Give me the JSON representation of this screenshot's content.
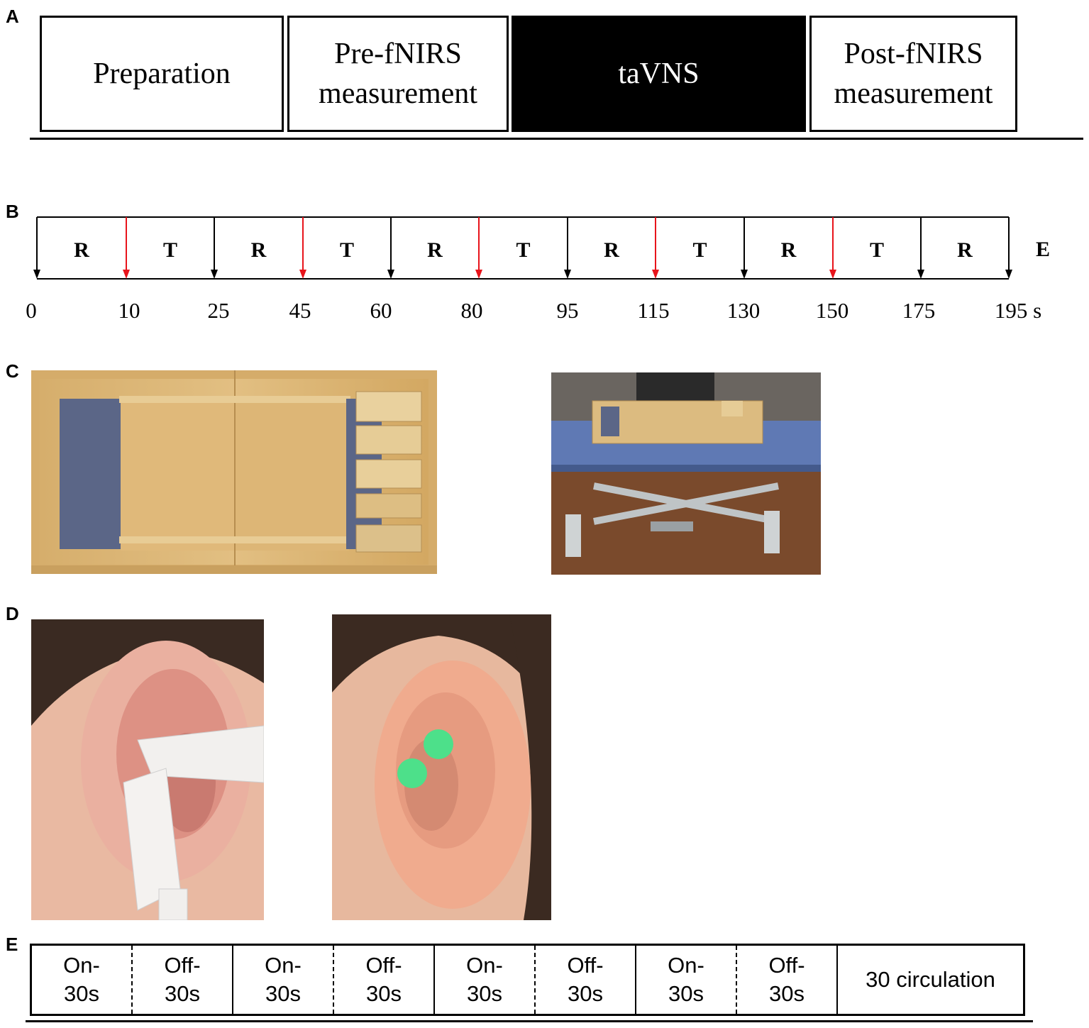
{
  "panel_labels": {
    "a": "A",
    "b": "B",
    "c": "C",
    "d": "D",
    "e": "E"
  },
  "panel_a": {
    "phases": [
      {
        "line1": "Preparation",
        "line2": "",
        "color": "#ffffff"
      },
      {
        "line1": "Pre-fNIRS",
        "line2": "measurement",
        "color": "#ffffff"
      },
      {
        "line1": "taVNS",
        "line2": "",
        "color": "#000000"
      },
      {
        "line1": "Post-fNIRS",
        "line2": "measurement",
        "color": "#ffffff"
      }
    ]
  },
  "panel_b": {
    "segments": [
      {
        "label": "R",
        "start": 0,
        "end": 10
      },
      {
        "label": "T",
        "start": 10,
        "end": 25
      },
      {
        "label": "R",
        "start": 25,
        "end": 45
      },
      {
        "label": "T",
        "start": 45,
        "end": 60
      },
      {
        "label": "R",
        "start": 60,
        "end": 80
      },
      {
        "label": "T",
        "start": 80,
        "end": 95
      },
      {
        "label": "R",
        "start": 95,
        "end": 115
      },
      {
        "label": "T",
        "start": 115,
        "end": 130
      },
      {
        "label": "R",
        "start": 130,
        "end": 150
      },
      {
        "label": "T",
        "start": 150,
        "end": 175
      },
      {
        "label": "R",
        "start": 175,
        "end": 195
      }
    ],
    "ticks": [
      "0",
      "10",
      "25",
      "45",
      "60",
      "80",
      "95",
      "115",
      "130",
      "150",
      "175",
      "195 s"
    ],
    "arrow_colors": [
      "black",
      "red",
      "black",
      "red",
      "black",
      "red",
      "black",
      "red",
      "black",
      "red",
      "black",
      "black"
    ],
    "end_label": "E",
    "red": "#e8141b",
    "black": "#000000"
  },
  "panel_e": {
    "cells": [
      {
        "line1": "On-",
        "line2": "30s"
      },
      {
        "line1": "Off-",
        "line2": "30s"
      },
      {
        "line1": "On-",
        "line2": "30s"
      },
      {
        "line1": "Off-",
        "line2": "30s"
      },
      {
        "line1": "On-",
        "line2": "30s"
      },
      {
        "line1": "Off-",
        "line2": "30s"
      },
      {
        "line1": "On-",
        "line2": "30s"
      },
      {
        "line1": "Off-",
        "line2": "30s"
      }
    ],
    "final": "30 circulation"
  },
  "colors": {
    "electrode_marker": "#4de08a",
    "mat_blue": "#5b6687",
    "wood": "#d9b679"
  }
}
